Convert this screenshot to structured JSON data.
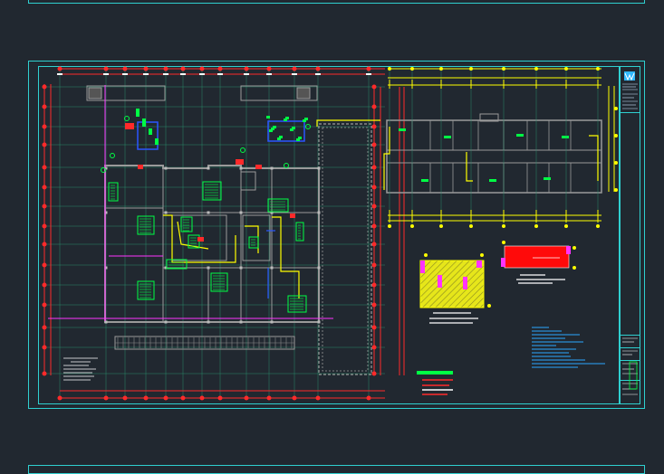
{
  "viewer": {
    "background": "#212830",
    "sheet_frame_color": "#2fd0d0",
    "layer_colors": {
      "walls": "#9a9a9a",
      "dimensions": "#ff2a2a",
      "grid": "#ff2a2a",
      "equipment": "#00ff44",
      "ducts": "#ffff00",
      "piping": "#2a55ff",
      "highlight": "#ff33ff",
      "text": "#ffffff",
      "notes": "#2aa8ff"
    }
  },
  "drawing": {
    "sheets": [
      "upper-sheet-edge",
      "main-sheet",
      "lower-sheet-edge"
    ],
    "title_block": {
      "logo_icon": "logo-icon"
    }
  }
}
